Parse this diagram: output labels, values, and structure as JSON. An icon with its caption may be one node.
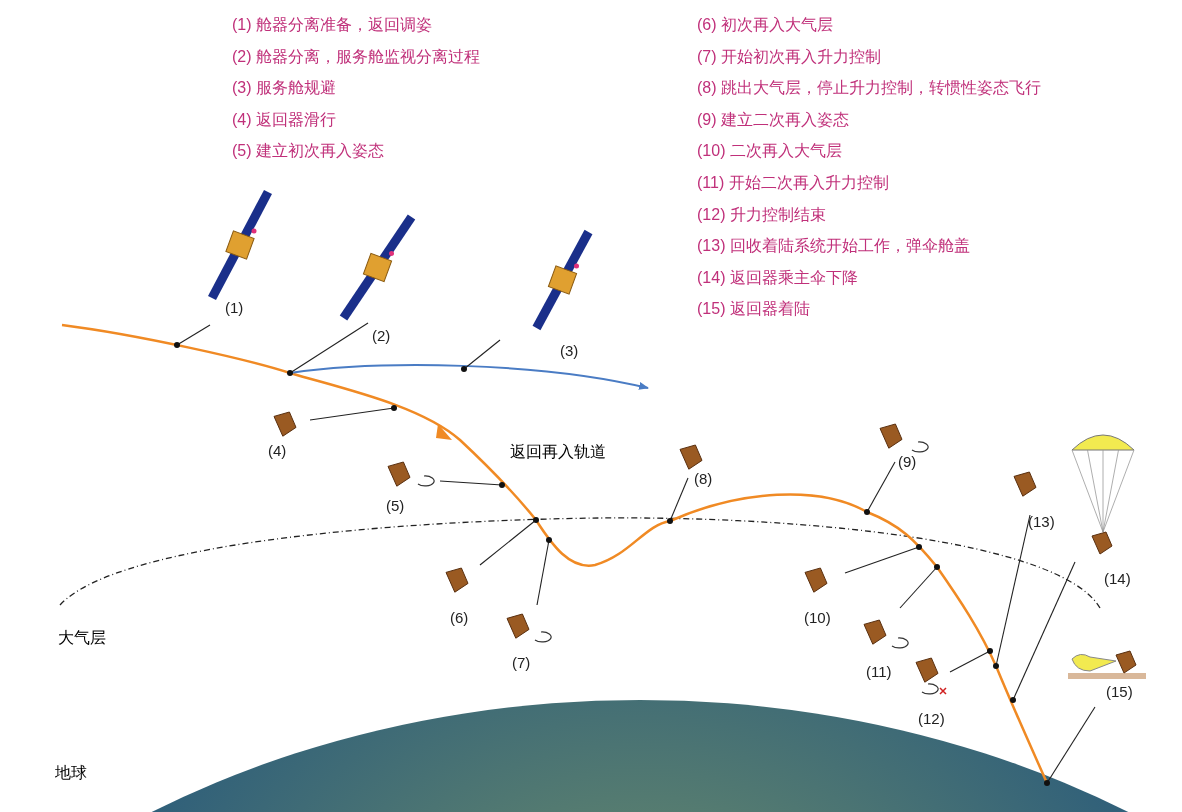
{
  "diagram": {
    "nodes": [
      {
        "text": [],
        "shape": "picture",
        "beside": [
          "(1)"
        ]
      },
      {
        "text": [],
        "shape": "picture",
        "beside": [
          "(2)"
        ]
      },
      {
        "text": [],
        "shape": "picture",
        "beside": [
          "(3)"
        ]
      },
      {
        "text": [],
        "shape": "picture",
        "beside": [
          "(4)"
        ]
      },
      {
        "text": [],
        "shape": "picture",
        "beside": [
          "(5)"
        ]
      },
      {
        "text": [],
        "shape": "picture",
        "beside": [
          "(6)"
        ]
      },
      {
        "text": [],
        "shape": "picture",
        "beside": [
          "(7)"
        ]
      },
      {
        "text": [],
        "shape": "picture",
        "beside": [
          "(8)"
        ]
      },
      {
        "text": [],
        "shape": "picture",
        "beside": [
          "(9)"
        ]
      },
      {
        "text": [],
        "shape": "picture",
        "beside": [
          "(10)"
        ]
      },
      {
        "text": [],
        "shape": "picture",
        "beside": [
          "(11)"
        ]
      },
      {
        "text": [],
        "shape": "picture",
        "beside": [
          "(12)"
        ]
      },
      {
        "text": [],
        "shape": "picture",
        "beside": [
          "(13)"
        ]
      },
      {
        "text": [],
        "shape": "picture",
        "beside": [
          "(14)"
        ]
      },
      {
        "text": [],
        "shape": "picture",
        "beside": [
          "(15)"
        ]
      },
      {
        "text": [],
        "shape": "circle"
      },
      {
        "text": [],
        "shape": "circle"
      },
      {
        "text": [],
        "shape": "circle"
      },
      {
        "text": [],
        "shape": "circle"
      },
      {
        "text": [],
        "shape": "circle"
      },
      {
        "text": [],
        "shape": "circle"
      },
      {
        "text": [],
        "shape": "circle"
      },
      {
        "text": [],
        "shape": "circle"
      },
      {
        "text": [],
        "shape": "circle"
      },
      {
        "text": [],
        "shape": "circle"
      },
      {
        "text": [],
        "shape": "circle"
      },
      {
        "text": [],
        "shape": "circle"
      },
      {
        "text": [],
        "shape": "circle"
      },
      {
        "text": [],
        "shape": "circle"
      },
      {
        "text": [],
        "shape": "circle"
      }
    ],
    "edges": [
      {
        "from": 15,
        "to": 0,
        "arrow": "none"
      },
      {
        "from": 16,
        "to": 1,
        "arrow": "none"
      },
      {
        "from": 17,
        "to": 2,
        "arrow": "none"
      },
      {
        "from": 18,
        "to": 3,
        "arrow": "none"
      },
      {
        "from": 19,
        "to": 4,
        "arrow": "none"
      },
      {
        "from": 20,
        "to": 5,
        "arrow": "none"
      },
      {
        "from": 21,
        "to": 6,
        "arrow": "none"
      },
      {
        "from": 22,
        "to": 7,
        "arrow": "none"
      },
      {
        "from": 23,
        "to": 8,
        "arrow": "none"
      },
      {
        "from": 24,
        "to": 9,
        "arrow": "none"
      },
      {
        "from": 25,
        "to": 10,
        "arrow": "none"
      },
      {
        "from": 26,
        "to": 11,
        "arrow": "none"
      },
      {
        "from": 27,
        "to": 12,
        "arrow": "none"
      },
      {
        "from": 28,
        "to": 13,
        "arrow": "none"
      },
      {
        "from": 29,
        "to": 14,
        "arrow": "none"
      }
    ],
    "labels": [
      "(1) 舱器分离准备，返回调姿",
      "(6) 初次再入大气层",
      "(2) 舱器分离，服务舱监视分离过程",
      "(7) 开始初次再入升力控制",
      "(3) 服务舱规避",
      "(8) 跳出大气层，停止升力控制，转惯性姿态飞行",
      "(4) 返回器滑行",
      "(9) 建立二次再入姿态",
      "(5) 建立初次再入姿态",
      "(10) 二次再入大气层",
      "(11) 开始二次再入升力控制",
      "(12) 升力控制结束",
      "(13) 回收着陆系统开始工作，弹伞舱盖",
      "(14) 返回器乘主伞下降",
      "(15) 返回器着陆",
      "返回再入轨道",
      "大气层",
      "地球"
    ]
  }
}
